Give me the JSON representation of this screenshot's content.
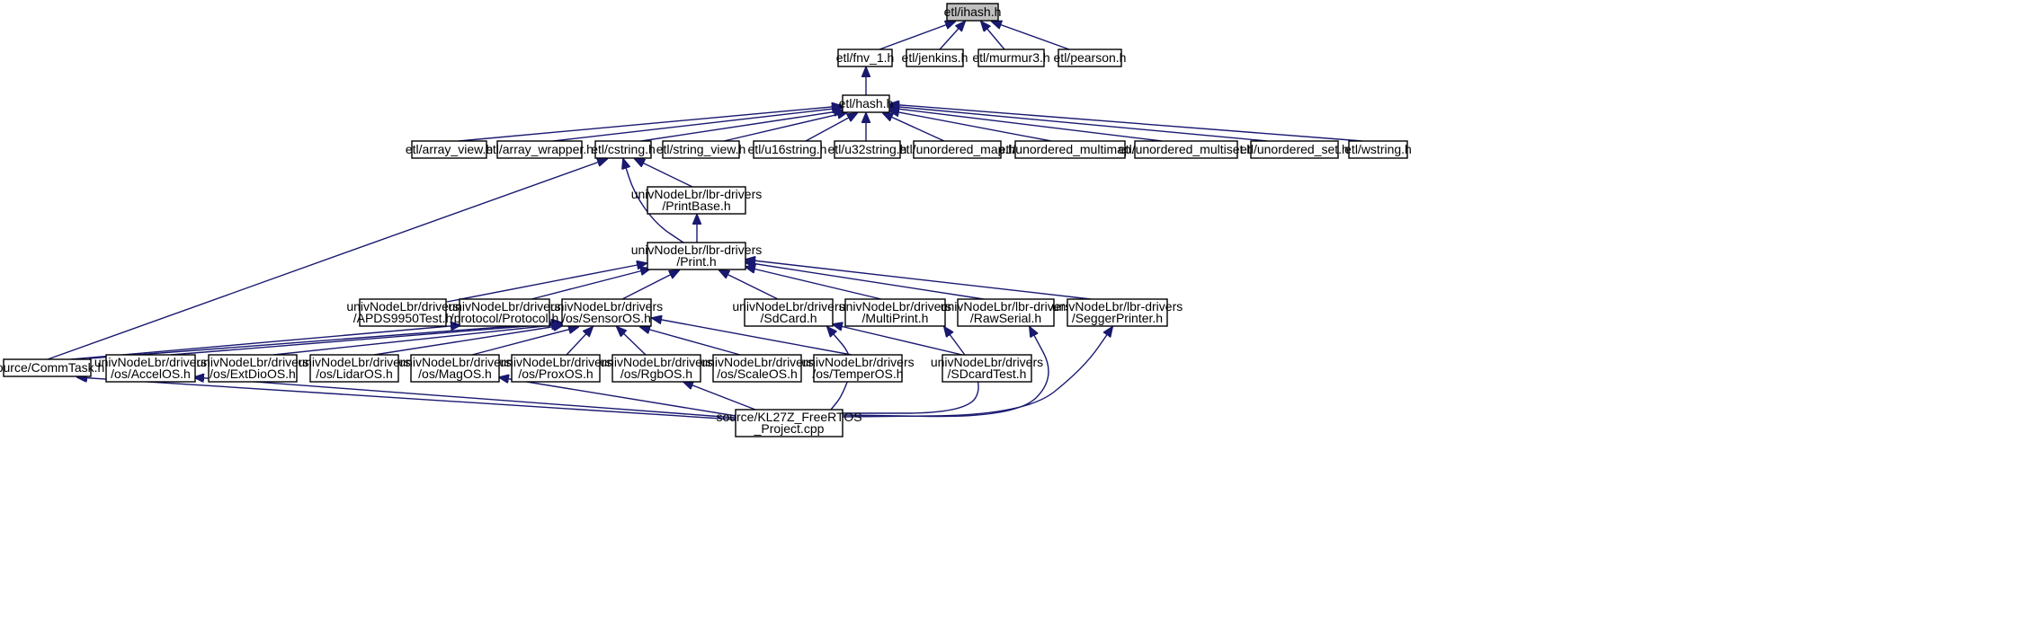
{
  "diagram": {
    "type": "include-dependency-graph",
    "colors": {
      "edge": "#191970",
      "root_fill": "#bfbfbf",
      "node_fill": "#ffffff",
      "node_border": "#000000"
    },
    "nodes": [
      {
        "id": "ihash",
        "lines": [
          "etl/ihash.h"
        ],
        "root": true
      },
      {
        "id": "fnv",
        "lines": [
          "etl/fnv_1.h"
        ]
      },
      {
        "id": "jenkins",
        "lines": [
          "etl/jenkins.h"
        ]
      },
      {
        "id": "murmur3",
        "lines": [
          "etl/murmur3.h"
        ]
      },
      {
        "id": "pearson",
        "lines": [
          "etl/pearson.h"
        ]
      },
      {
        "id": "hash",
        "lines": [
          "etl/hash.h"
        ]
      },
      {
        "id": "array_view",
        "lines": [
          "etl/array_view.h"
        ]
      },
      {
        "id": "array_wrapper",
        "lines": [
          "etl/array_wrapper.h"
        ]
      },
      {
        "id": "cstring",
        "lines": [
          "etl/cstring.h"
        ]
      },
      {
        "id": "string_view",
        "lines": [
          "etl/string_view.h"
        ]
      },
      {
        "id": "u16string",
        "lines": [
          "etl/u16string.h"
        ]
      },
      {
        "id": "u32string",
        "lines": [
          "etl/u32string.h"
        ]
      },
      {
        "id": "unordered_map",
        "lines": [
          "etl/unordered_map.h"
        ]
      },
      {
        "id": "unordered_multimap",
        "lines": [
          "etl/unordered_multimap.h"
        ]
      },
      {
        "id": "unordered_multiset",
        "lines": [
          "etl/unordered_multiset.h"
        ]
      },
      {
        "id": "unordered_set",
        "lines": [
          "etl/unordered_set.h"
        ]
      },
      {
        "id": "wstring",
        "lines": [
          "etl/wstring.h"
        ]
      },
      {
        "id": "printbase",
        "lines": [
          "univNodeLbr/lbr-drivers",
          "/PrintBase.h"
        ]
      },
      {
        "id": "print",
        "lines": [
          "univNodeLbr/lbr-drivers",
          "/Print.h"
        ]
      },
      {
        "id": "apds",
        "lines": [
          "univNodeLbr/drivers",
          "/APDS9950Test.h"
        ]
      },
      {
        "id": "protocol",
        "lines": [
          "univNodeLbr/drivers",
          "/protocol/Protocol.h"
        ]
      },
      {
        "id": "sensoros",
        "lines": [
          "univNodeLbr/drivers",
          "/os/SensorOS.h"
        ]
      },
      {
        "id": "sdcard",
        "lines": [
          "univNodeLbr/drivers",
          "/SdCard.h"
        ]
      },
      {
        "id": "multiprint",
        "lines": [
          "univNodeLbr/drivers",
          "/MultiPrint.h"
        ]
      },
      {
        "id": "rawserial",
        "lines": [
          "univNodeLbr/lbr-drivers",
          "/RawSerial.h"
        ]
      },
      {
        "id": "seggerprinter",
        "lines": [
          "univNodeLbr/lbr-drivers",
          "/SeggerPrinter.h"
        ]
      },
      {
        "id": "commtask",
        "lines": [
          "source/CommTask.h"
        ]
      },
      {
        "id": "accelos",
        "lines": [
          "univNodeLbr/drivers",
          "/os/AccelOS.h"
        ]
      },
      {
        "id": "extdioos",
        "lines": [
          "univNodeLbr/drivers",
          "/os/ExtDioOS.h"
        ]
      },
      {
        "id": "lidaros",
        "lines": [
          "univNodeLbr/drivers",
          "/os/LidarOS.h"
        ]
      },
      {
        "id": "magos",
        "lines": [
          "univNodeLbr/drivers",
          "/os/MagOS.h"
        ]
      },
      {
        "id": "proxos",
        "lines": [
          "univNodeLbr/drivers",
          "/os/ProxOS.h"
        ]
      },
      {
        "id": "rgbos",
        "lines": [
          "univNodeLbr/drivers",
          "/os/RgbOS.h"
        ]
      },
      {
        "id": "scaleos",
        "lines": [
          "univNodeLbr/drivers",
          "/os/ScaleOS.h"
        ]
      },
      {
        "id": "temperos",
        "lines": [
          "univNodeLbr/drivers",
          "/os/TemperOS.h"
        ]
      },
      {
        "id": "sdcardtest",
        "lines": [
          "univNodeLbr/drivers",
          "/SDcardTest.h"
        ]
      },
      {
        "id": "project",
        "lines": [
          "source/KL27Z_FreeRTOS",
          "_Project.cpp"
        ]
      }
    ],
    "edges": [
      [
        "fnv",
        "ihash"
      ],
      [
        "jenkins",
        "ihash"
      ],
      [
        "murmur3",
        "ihash"
      ],
      [
        "pearson",
        "ihash"
      ],
      [
        "hash",
        "fnv"
      ],
      [
        "array_view",
        "hash"
      ],
      [
        "array_wrapper",
        "hash"
      ],
      [
        "cstring",
        "hash"
      ],
      [
        "string_view",
        "hash"
      ],
      [
        "u16string",
        "hash"
      ],
      [
        "u32string",
        "hash"
      ],
      [
        "unordered_map",
        "hash"
      ],
      [
        "unordered_multimap",
        "hash"
      ],
      [
        "unordered_multiset",
        "hash"
      ],
      [
        "unordered_set",
        "hash"
      ],
      [
        "wstring",
        "hash"
      ],
      [
        "commtask",
        "cstring"
      ],
      [
        "print",
        "cstring"
      ],
      [
        "printbase",
        "cstring"
      ],
      [
        "print",
        "printbase"
      ],
      [
        "apds",
        "print"
      ],
      [
        "protocol",
        "print"
      ],
      [
        "sensoros",
        "print"
      ],
      [
        "sdcard",
        "print"
      ],
      [
        "multiprint",
        "print"
      ],
      [
        "rawserial",
        "print"
      ],
      [
        "seggerprinter",
        "print"
      ],
      [
        "commtask",
        "protocol"
      ],
      [
        "commtask",
        "sensoros"
      ],
      [
        "accelos",
        "sensoros"
      ],
      [
        "extdioos",
        "sensoros"
      ],
      [
        "lidaros",
        "sensoros"
      ],
      [
        "magos",
        "sensoros"
      ],
      [
        "proxos",
        "sensoros"
      ],
      [
        "rgbos",
        "sensoros"
      ],
      [
        "scaleos",
        "sensoros"
      ],
      [
        "temperos",
        "sensoros"
      ],
      [
        "sdcardtest",
        "sdcard"
      ],
      [
        "project",
        "sdcard"
      ],
      [
        "project",
        "multiprint"
      ],
      [
        "project",
        "rawserial"
      ],
      [
        "project",
        "seggerprinter"
      ],
      [
        "project",
        "commtask"
      ],
      [
        "project",
        "accelos"
      ],
      [
        "project",
        "magos"
      ],
      [
        "project",
        "rgbos"
      ]
    ]
  }
}
